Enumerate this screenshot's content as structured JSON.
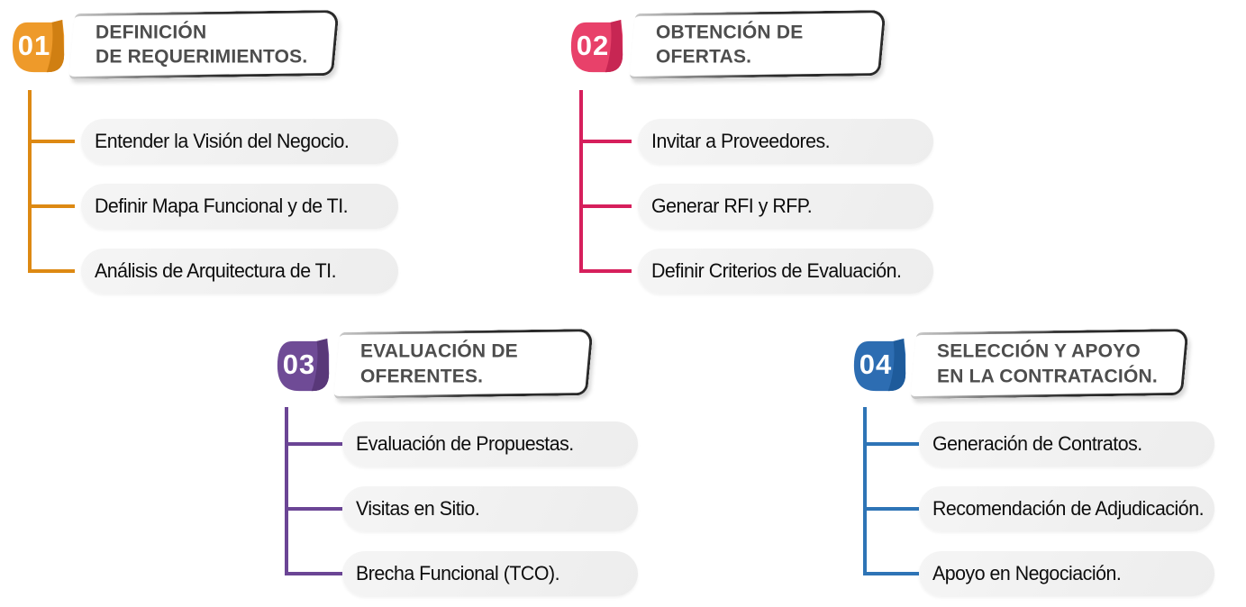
{
  "diagram": {
    "background_color": "#ffffff",
    "header_text_color": "#4d4d4d",
    "item_text_color": "#0d0d0d",
    "banner_border_color": "#2a2a2a",
    "steps": [
      {
        "number": "01",
        "title_line1": "DEFINICIÓN",
        "title_line2": "DE REQUERIMIENTOS.",
        "color": "#EE9A2A",
        "color_dark": "#D07F12",
        "line_color": "#DD8913",
        "items": [
          "Entender la Visión del Negocio.",
          "Definir Mapa Funcional y de TI.",
          "Análisis de Arquitectura de TI."
        ]
      },
      {
        "number": "02",
        "title_line1": "OBTENCIÓN DE",
        "title_line2": "OFERTAS.",
        "color": "#E8416A",
        "color_dark": "#C72653",
        "line_color": "#D61F5C",
        "items": [
          "Invitar a Proveedores.",
          "Generar RFI y RFP.",
          "Definir Criterios de Evaluación."
        ]
      },
      {
        "number": "03",
        "title_line1": "EVALUACIÓN DE",
        "title_line2": "OFERENTES.",
        "color": "#6F4B96",
        "color_dark": "#593879",
        "line_color": "#6B4595",
        "items": [
          "Evaluación de Propuestas.",
          "Visitas en Sitio.",
          "Brecha Funcional (TCO)."
        ]
      },
      {
        "number": "04",
        "title_line1": "SELECCIÓN Y APOYO",
        "title_line2": "EN LA CONTRATACIÓN.",
        "color": "#2D6DB2",
        "color_dark": "#1E5B9B",
        "line_color": "#2E74B6",
        "items": [
          "Generación de Contratos.",
          "Recomendación de Adjudicación.",
          "Apoyo en Negociación."
        ]
      }
    ]
  }
}
